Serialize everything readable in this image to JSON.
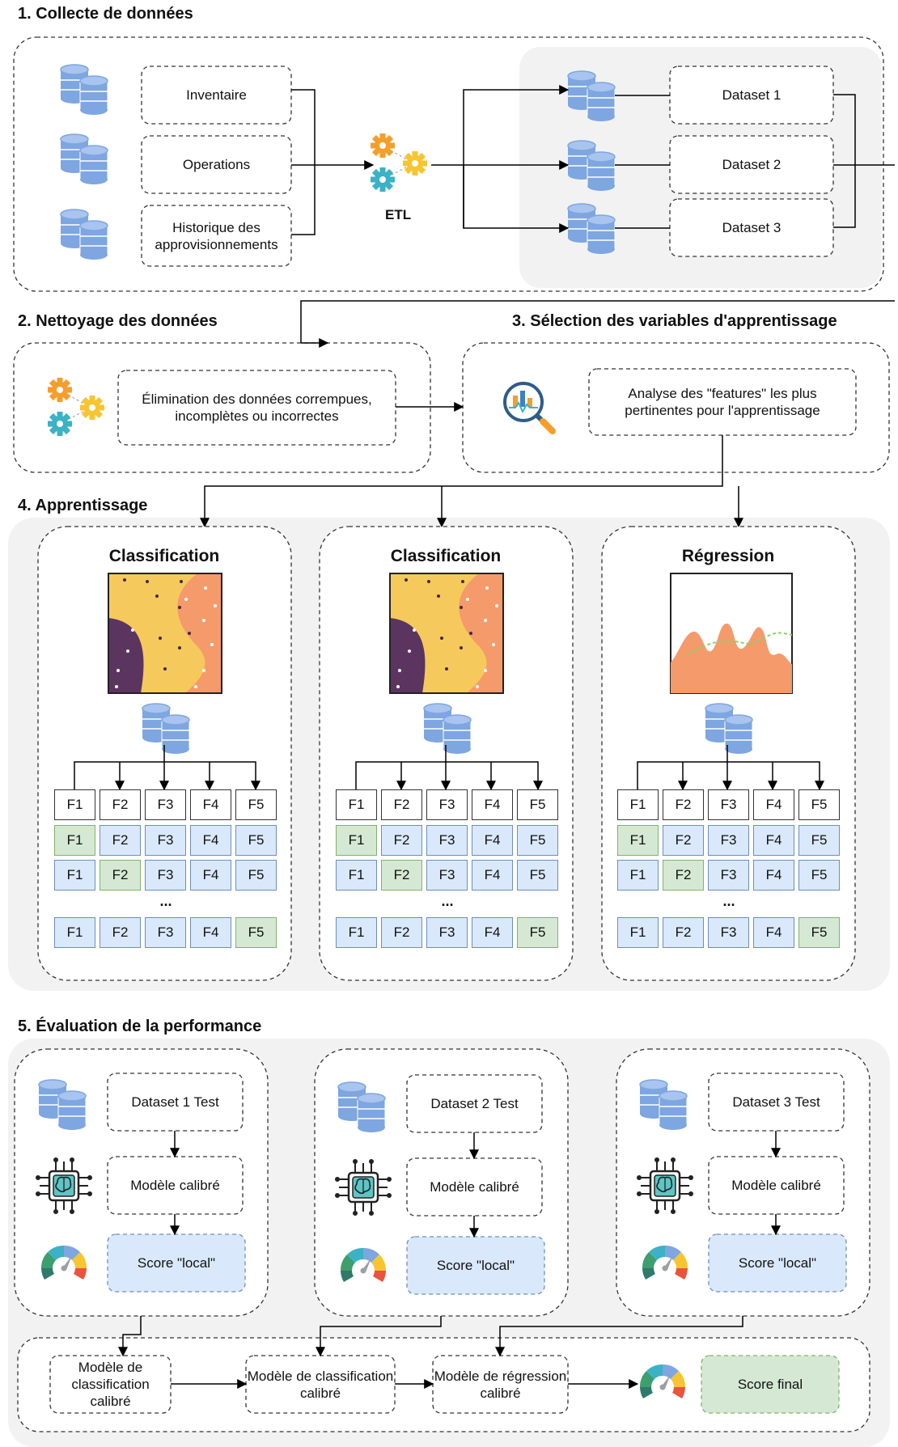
{
  "sections": {
    "s1": "1. Collecte de données",
    "s2": "2. Nettoyage des données",
    "s3": "3. Sélection des variables d'apprentissage",
    "s4": "4. Apprentissage",
    "s5": "5. Évaluation de la performance"
  },
  "collect": {
    "sources": [
      "Inventaire",
      "Operations",
      "Historique des approvisionnements"
    ],
    "etl": "ETL",
    "datasets": [
      "Dataset 1",
      "Dataset 2",
      "Dataset 3"
    ]
  },
  "clean": {
    "text": "Élimination des données corrempues, incomplètes ou incorrectes"
  },
  "select": {
    "text": "Analyse des \"features\" les plus pertinentes pour l'apprentissage"
  },
  "learning": {
    "columns": [
      {
        "title": "Classification",
        "chart": "classification"
      },
      {
        "title": "Classification",
        "chart": "classification"
      },
      {
        "title": "Régression",
        "chart": "regression"
      }
    ],
    "folds": [
      "F1",
      "F2",
      "F3",
      "F4",
      "F5"
    ],
    "ellipsis": "..."
  },
  "evaluation": {
    "columns": [
      {
        "test": "Dataset 1 Test",
        "model": "Modèle calibré",
        "score": "Score \"local\""
      },
      {
        "test": "Dataset 2 Test",
        "model": "Modèle calibré",
        "score": "Score \"local\""
      },
      {
        "test": "Dataset 3 Test",
        "model": "Modèle calibré",
        "score": "Score \"local\""
      }
    ],
    "final": {
      "models": [
        "Modèle de classification calibré",
        "Modèle de classification calibré",
        "Modèle de régression calibré"
      ],
      "score": "Score final"
    }
  },
  "colors": {
    "db": "#7ea6e0",
    "fold_blue": "#dae8fc",
    "fold_green": "#d5e8d4",
    "score_local": "#dae8fc",
    "score_final": "#d5e8d4",
    "panel": "#f2f2f2",
    "gear_orange": "#f59e2b",
    "gear_yellow": "#f7c531",
    "gear_teal": "#3bb2c5",
    "chart_yellow": "#f6c95c",
    "chart_orange": "#f59a6b",
    "chart_purple": "#5b3560"
  }
}
